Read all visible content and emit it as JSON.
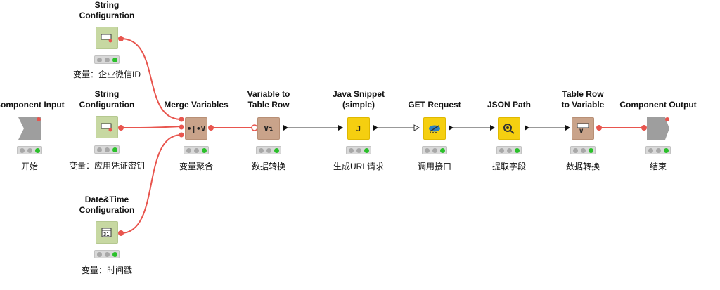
{
  "nodes": [
    {
      "id": "string-config-1",
      "title_lines": [
        "String",
        "Configuration"
      ],
      "label": "变量：企业微信ID"
    },
    {
      "id": "string-config-2",
      "title_lines": [
        "String",
        "Configuration"
      ],
      "label": "变量：应用凭证密钥"
    },
    {
      "id": "date-time-config",
      "title_lines": [
        "Date&Time",
        "Configuration"
      ],
      "label": "变量：时间戳"
    },
    {
      "id": "component-input",
      "title_lines": [
        "Component Input"
      ],
      "label": "开始"
    },
    {
      "id": "merge-variables",
      "title_lines": [
        "Merge Variables"
      ],
      "label": "变量聚合"
    },
    {
      "id": "variable-to-table-row",
      "title_lines": [
        "Variable to",
        "Table Row"
      ],
      "label": "数据转换"
    },
    {
      "id": "java-snippet",
      "title_lines": [
        "Java Snippet",
        "(simple)"
      ],
      "label": "生成URL请求"
    },
    {
      "id": "get-request",
      "title_lines": [
        "GET Request"
      ],
      "label": "调用接口"
    },
    {
      "id": "json-path",
      "title_lines": [
        "JSON Path"
      ],
      "label": "提取字段"
    },
    {
      "id": "table-row-to-variable",
      "title_lines": [
        "Table Row",
        "to Variable"
      ],
      "label": "数据转换"
    },
    {
      "id": "component-output",
      "title_lines": [
        "Component Output"
      ],
      "label": "结束"
    }
  ],
  "icons": {
    "string-config-1": "string-config-icon",
    "string-config-2": "string-config-icon",
    "date-time-config": "calendar-icon",
    "component-input": "component-input-icon",
    "merge-variables": "merge-variables-icon",
    "variable-to-table-row": "variable-to-table-icon",
    "java-snippet": "java-snippet-icon",
    "get-request": "cloud-request-icon",
    "json-path": "json-path-icon",
    "table-row-to-variable": "table-to-variable-icon",
    "component-output": "component-output-icon"
  },
  "icon_text": {
    "merge": "•|•V",
    "var_to_table": "V↴",
    "java": "J",
    "table_to_var": "V"
  },
  "colors": {
    "variable_connection": "#e8554e",
    "data_connection": "#222222",
    "config_node": "#c7d8a2",
    "manipulator_node": "#c9a38a",
    "java_node": "#f5cf10",
    "component_io": "#9e9e9e",
    "status_green": "#2bc02b"
  }
}
